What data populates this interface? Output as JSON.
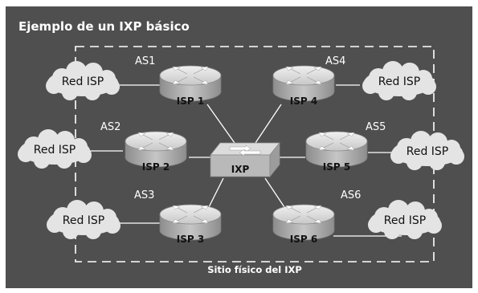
{
  "title": "Ejemplo de un IXP básico",
  "footer": "Sitio físico del IXP",
  "switch_label": "IXP",
  "isps": [
    {
      "router": "ISP 1",
      "as": "AS1",
      "cloud": "Red ISP"
    },
    {
      "router": "ISP 2",
      "as": "AS2",
      "cloud": "Red ISP"
    },
    {
      "router": "ISP 3",
      "as": "AS3",
      "cloud": "Red ISP"
    },
    {
      "router": "ISP 4",
      "as": "AS4",
      "cloud": "Red ISP"
    },
    {
      "router": "ISP 5",
      "as": "AS5",
      "cloud": "Red ISP"
    },
    {
      "router": "ISP 6",
      "as": "AS6",
      "cloud": "Red ISP"
    }
  ],
  "colors": {
    "panel": "#4f4f4f",
    "cloud": "#e4e4e4",
    "router_top": "#dcdcdc",
    "router_side": "#a9a9a9",
    "text_light": "#ffffff",
    "text_dark": "#111111"
  }
}
